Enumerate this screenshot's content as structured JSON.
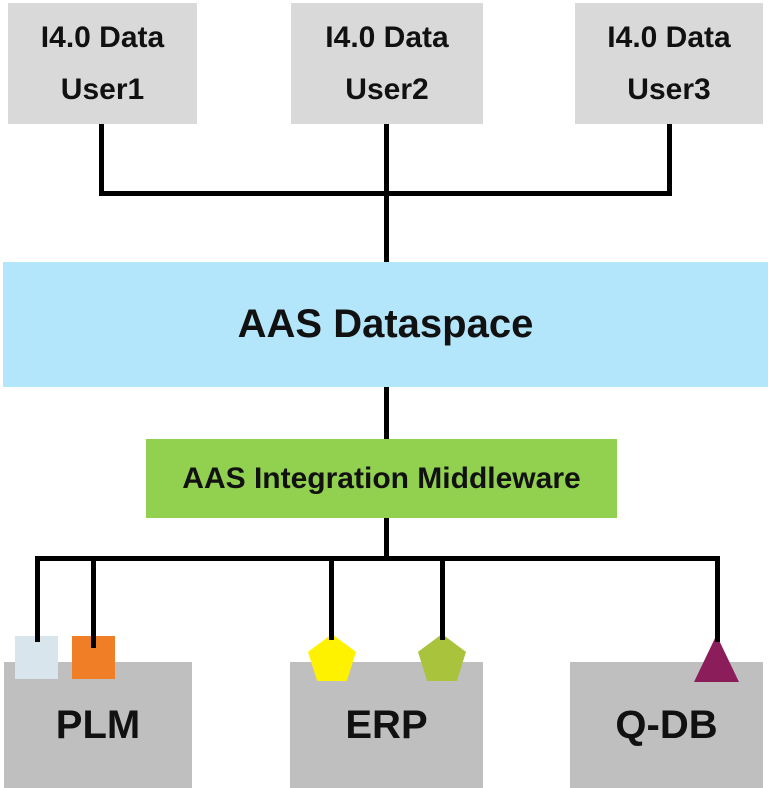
{
  "nodes": {
    "user1": {
      "line1": "I4.0 Data",
      "line2": "User1"
    },
    "user2": {
      "line1": "I4.0 Data",
      "line2": "User2"
    },
    "user3": {
      "line1": "I4.0 Data",
      "line2": "User3"
    },
    "dataspace": {
      "label": "AAS Dataspace"
    },
    "middleware": {
      "label": "AAS Integration Middleware"
    },
    "systems": {
      "plm": {
        "label": "PLM"
      },
      "erp": {
        "label": "ERP"
      },
      "qdb": {
        "label": "Q-DB"
      }
    }
  },
  "shapes": {
    "pale_blue_square": {
      "attached_to": "PLM"
    },
    "orange_square": {
      "attached_to": "PLM"
    },
    "yellow_pentagon": {
      "attached_to": "ERP"
    },
    "green_pentagon": {
      "attached_to": "ERP"
    },
    "purple_triangle": {
      "attached_to": "Q-DB"
    }
  },
  "colors": {
    "user_box_gray": "#d9d9d9",
    "system_box_gray": "#bfbfbf",
    "dataspace_blue": "#b3e6fa",
    "middleware_green": "#92d050",
    "connector_black": "#000000",
    "text_black": "#111111",
    "pale_blue_square": "#d8e5ec",
    "orange_square": "#f07e26",
    "yellow_pentagon": "#fff200",
    "green_pentagon": "#a9c33c",
    "purple_triangle": "#8b1d5b"
  }
}
